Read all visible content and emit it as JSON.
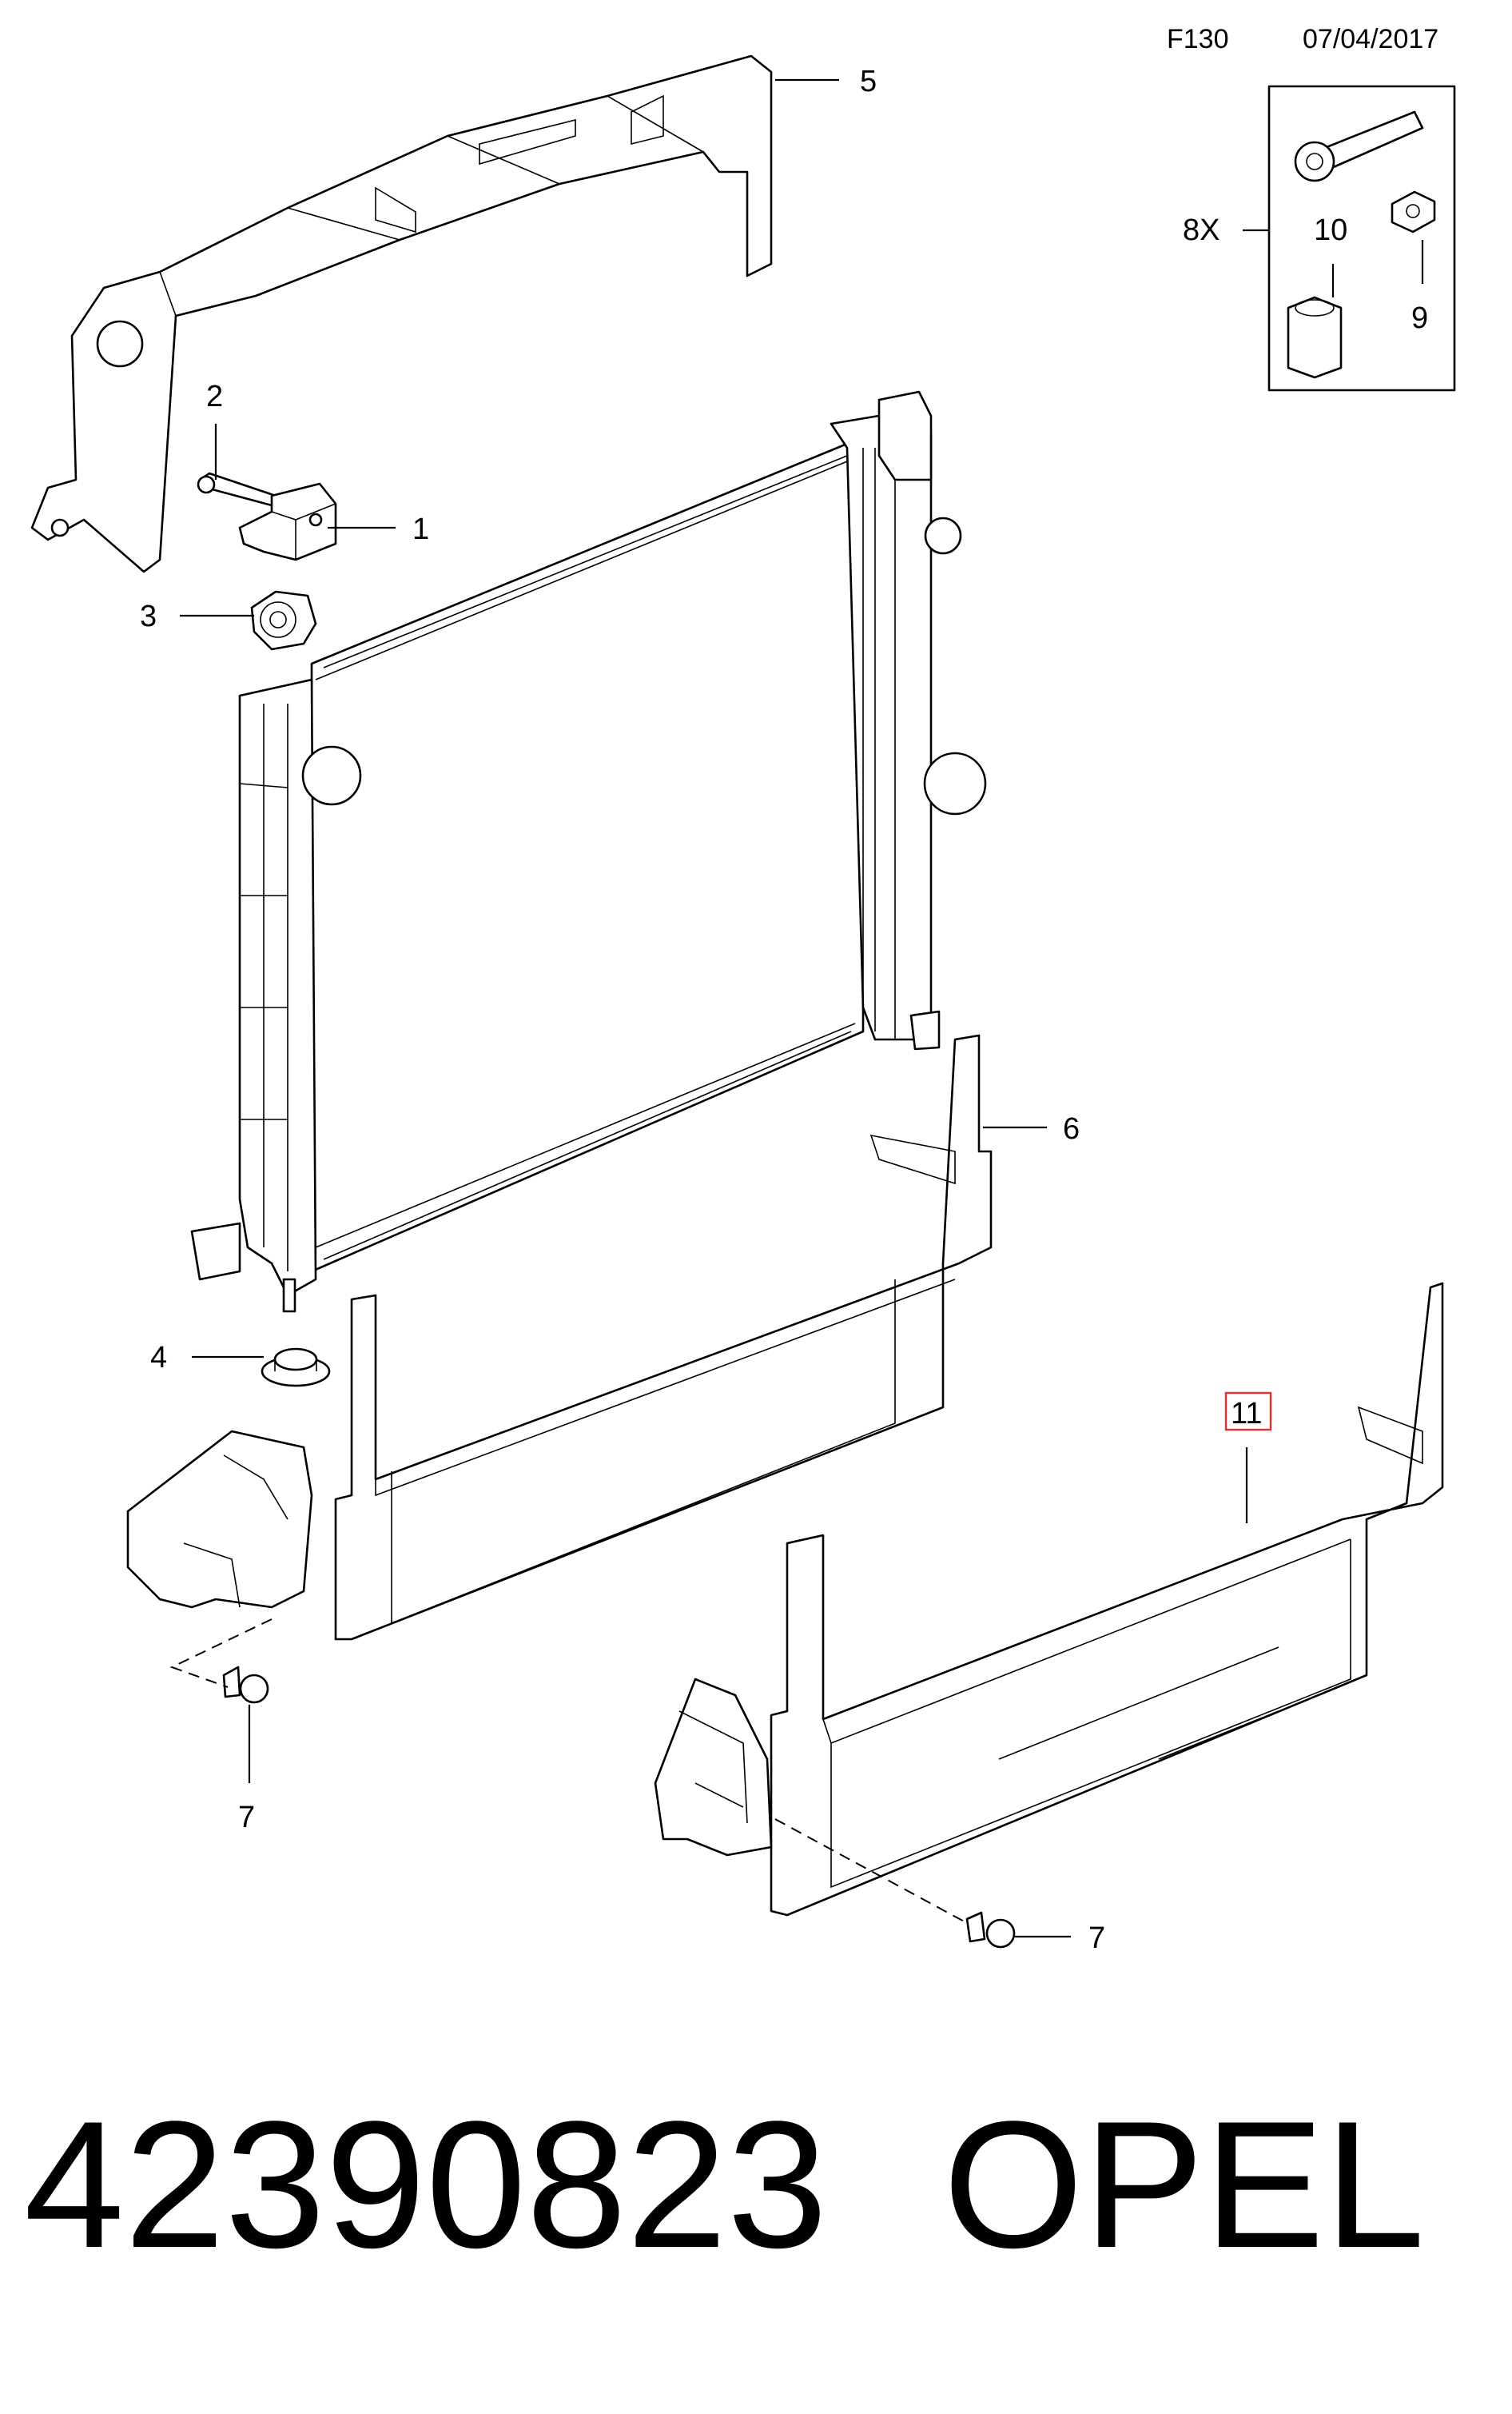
{
  "header": {
    "figure_code": "F130",
    "date": "07/04/2017"
  },
  "kit_box": {
    "quantity": "8X"
  },
  "callouts": {
    "c1": "1",
    "c2": "2",
    "c3": "3",
    "c4": "4",
    "c5": "5",
    "c6": "6",
    "c7a": "7",
    "c7b": "7",
    "c9": "9",
    "c10": "10",
    "c11": "11"
  },
  "highlight": {
    "callout": "11",
    "color": "#e03030"
  },
  "footer": {
    "part_number": "42390823",
    "brand": "OPEL"
  }
}
